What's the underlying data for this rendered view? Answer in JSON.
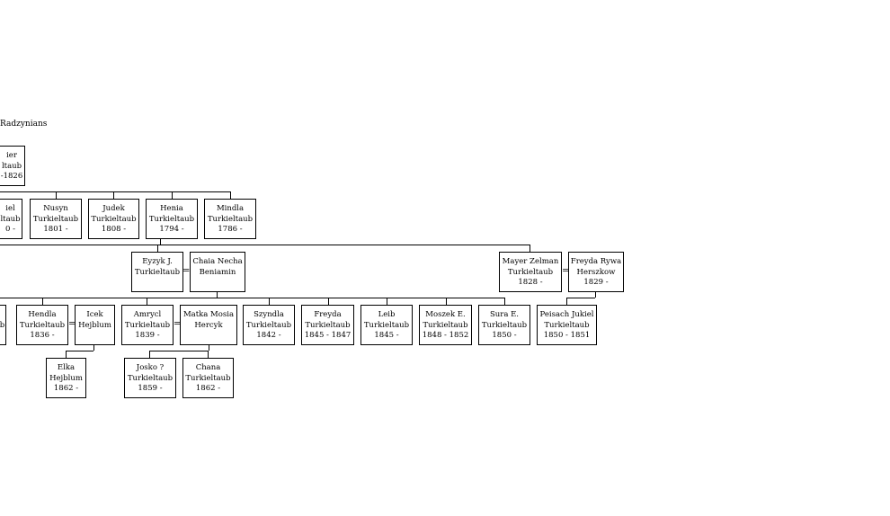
{
  "caption": "Radzynians",
  "persons": {
    "p1": {
      "lines": [
        "ier",
        "ltaub",
        "-1826"
      ]
    },
    "p2": {
      "lines": [
        "iel",
        "ltaub",
        "0 -"
      ]
    },
    "p3": {
      "lines": [
        "Nusyn",
        "Turkieltaub",
        "1801 -"
      ]
    },
    "p4": {
      "lines": [
        "Judek",
        "Turkieltaub",
        "1808 -"
      ]
    },
    "p5": {
      "lines": [
        "Henia",
        "Turkieltaub",
        "1794 -"
      ]
    },
    "p6": {
      "lines": [
        "Mindla",
        "Turkieltaub",
        "1786 -"
      ]
    },
    "p7": {
      "lines": [
        "Eyzyk J.",
        "Turkieltaub"
      ]
    },
    "p8": {
      "lines": [
        "Chaia Necha",
        "Beniamin"
      ]
    },
    "p9": {
      "lines": [
        "Mayer Zelman",
        "Turkieltaub",
        "1828 -"
      ]
    },
    "p10": {
      "lines": [
        "Freyda Rywa",
        "Herszkow",
        "1829 -"
      ]
    },
    "p11": {
      "lines": [
        "b"
      ]
    },
    "p12": {
      "lines": [
        "Hendla",
        "Turkieltaub",
        "1836 -"
      ]
    },
    "p13": {
      "lines": [
        "Icek",
        "Hejblum"
      ]
    },
    "p14": {
      "lines": [
        "Amrycl",
        "Turkieltaub",
        "1839 -"
      ]
    },
    "p15": {
      "lines": [
        "Matka Mosia",
        "Hercyk"
      ]
    },
    "p16": {
      "lines": [
        "Szyndla",
        "Turkieltaub",
        "1842 -"
      ]
    },
    "p17": {
      "lines": [
        "Freyda",
        "Turkieltaub",
        "1845 - 1847"
      ]
    },
    "p18": {
      "lines": [
        "Leib",
        "Turkieltaub",
        "1845 -"
      ]
    },
    "p19": {
      "lines": [
        "Moszek E.",
        "Turkieltaub",
        "1848 - 1852"
      ]
    },
    "p20": {
      "lines": [
        "Sura E.",
        "Turkieltaub",
        "1850 -"
      ]
    },
    "p21": {
      "lines": [
        "Peisach Jukiel",
        "Turkieltaub",
        "1850 - 1851"
      ]
    },
    "p22": {
      "lines": [
        "Elka",
        "Hejblum",
        "1862 -"
      ]
    },
    "p23": {
      "lines": [
        "Josko ?",
        "Turkieltaub",
        "1859 -"
      ]
    },
    "p24": {
      "lines": [
        "Chana",
        "Turkieltaub",
        "1862 -"
      ]
    }
  },
  "marriage_symbol": "="
}
